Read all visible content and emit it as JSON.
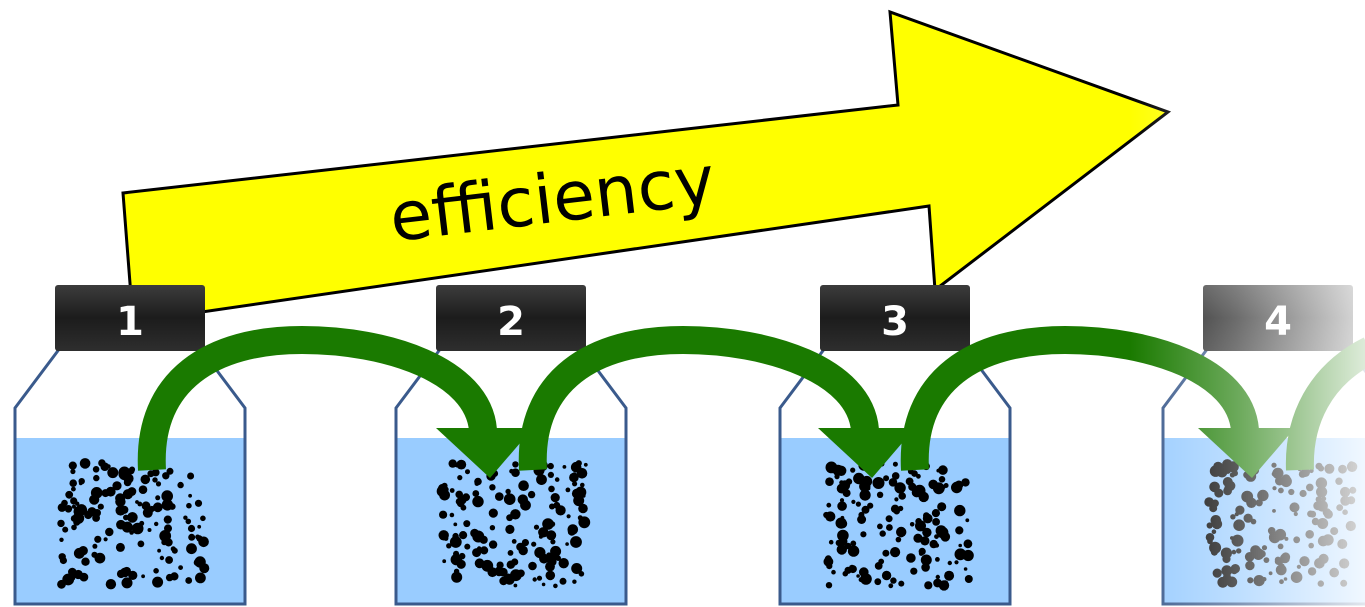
{
  "arrow_label": "efficiency",
  "bottles": [
    {
      "label": "1",
      "faded": false
    },
    {
      "label": "2",
      "faded": false
    },
    {
      "label": "3",
      "faded": false
    },
    {
      "label": "4",
      "faded": true
    }
  ],
  "colors": {
    "arrow_fill": "#ffff00",
    "liquid": "#99ccff",
    "bottle_outline": "#3a5a8c",
    "cap": "#2a2a2a",
    "transfer_arrow": "#1a7a00",
    "particles": "#000000"
  }
}
